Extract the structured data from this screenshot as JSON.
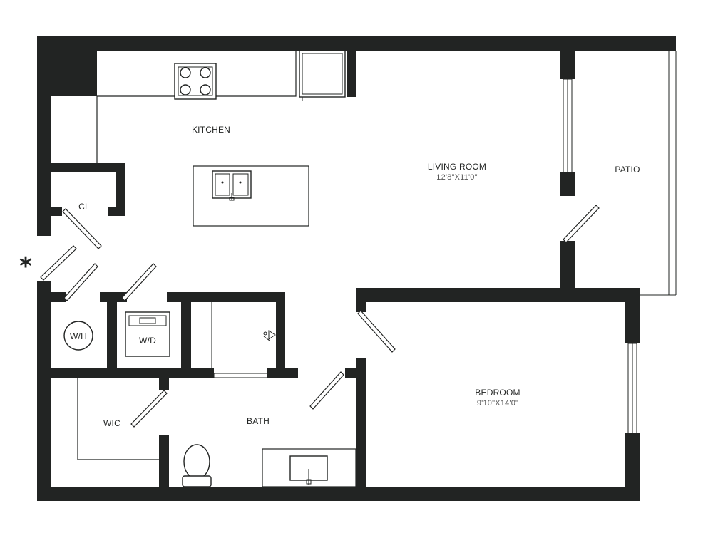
{
  "rooms": {
    "kitchen": {
      "label": "KITCHEN"
    },
    "living_room": {
      "label": "LIVING ROOM",
      "dimensions": "12'8\"X11'0\""
    },
    "patio": {
      "label": "PATIO"
    },
    "closet": {
      "label": "CL"
    },
    "water_heater": {
      "label": "W/H"
    },
    "washer_dryer": {
      "label": "W/D"
    },
    "wic": {
      "label": "WIC"
    },
    "bath": {
      "label": "BATH"
    },
    "bedroom": {
      "label": "BEDROOM",
      "dimensions": "9'10\"X14'0\""
    }
  },
  "entry_marker": "*",
  "colors": {
    "wall": "#222423",
    "background": "#ffffff"
  }
}
